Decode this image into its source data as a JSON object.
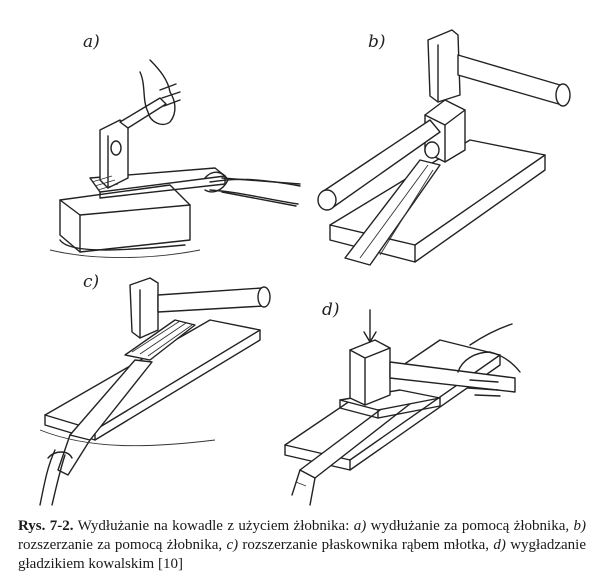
{
  "figure": {
    "panels": [
      {
        "id": "a",
        "label": "a)"
      },
      {
        "id": "b",
        "label": "b)"
      },
      {
        "id": "c",
        "label": "c)"
      },
      {
        "id": "d",
        "label": "d)"
      }
    ],
    "caption": {
      "number": "Rys. 7-2.",
      "seg1": " Wydłużanie na kowadle z użyciem żłobnika: ",
      "a": "a)",
      "seg2": " wydłużanie za pomocą żłobnika, ",
      "b": "b)",
      "seg3": " rozszerzanie za pomocą żłobnika, ",
      "c": "c)",
      "seg4": " rozszerzanie płaskownika rąbem młotka, ",
      "d": "d)",
      "seg5": " wygładzanie gładzikiem kowalskim [10]"
    }
  }
}
